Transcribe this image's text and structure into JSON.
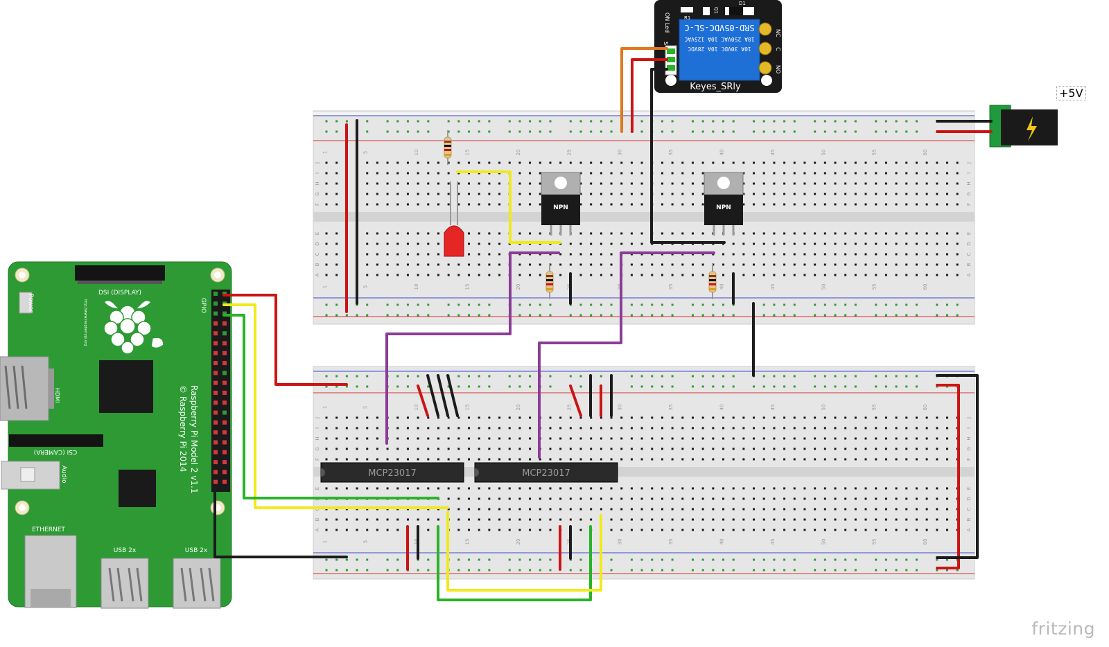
{
  "raspberry_pi": {
    "model_line1": "Raspberry Pi Model 2 v1.1",
    "model_line2": "© Raspberry Pi 2014",
    "dsi": "DSI (DISPLAY)",
    "csi": "CSI (CAMERA)",
    "hdmi": "HDMI",
    "power": "Power",
    "gpio": "GPIO",
    "audio": "Audio",
    "ethernet": "ETHERNET",
    "usb1": "USB 2x",
    "usb2": "USB 2x",
    "url": "http://www.raspberrypi.org"
  },
  "relay": {
    "name": "Keyes_SRly",
    "model": "SRD-05VDC-SL-C",
    "rating1": "10A 250VAC  10A 125VAC",
    "rating2": "10A 30VDC  10A 28VDC",
    "nc": "NC",
    "c": "C",
    "no": "NO",
    "s": "S",
    "onled": "ON Led",
    "r1": "R1",
    "d1": "D1",
    "q1": "Q1"
  },
  "power_jack": {
    "label": "+5V"
  },
  "chips": {
    "ic1": "MCP23017",
    "ic2": "MCP23017"
  },
  "transistors": {
    "t1": "NPN",
    "t2": "NPN"
  },
  "breadboard_columns": [
    "1",
    "5",
    "10",
    "15",
    "20",
    "25",
    "30",
    "35",
    "40",
    "45",
    "50",
    "55",
    "60"
  ],
  "breadboard_rows_top": [
    "J",
    "I",
    "H",
    "G",
    "F"
  ],
  "breadboard_rows_bottom": [
    "E",
    "D",
    "C",
    "B",
    "A"
  ],
  "colors": {
    "wire_red": "#cc1414",
    "wire_black": "#1c1c1c",
    "wire_yellow": "#f0ea1c",
    "wire_green": "#28b428",
    "wire_orange": "#e0781e",
    "wire_purple": "#8a3c96",
    "pi_green": "#2d9a34",
    "relay_blue": "#1e6fd6",
    "breadboard": "#e6e6e6"
  },
  "brand": "fritzing"
}
